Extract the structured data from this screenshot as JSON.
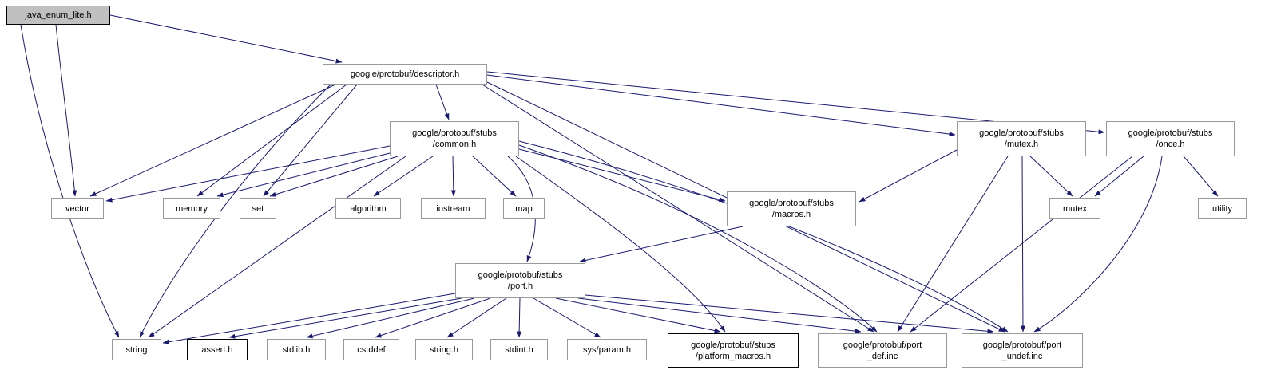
{
  "theme": {
    "edge": "#191970",
    "node_border": "#9a9a9a",
    "node_bg": "#ffffff",
    "main_bg": "#c0c0c0",
    "emphasis_border": "#000000",
    "text": "#000000"
  },
  "nodes": {
    "java_enum_lite": {
      "label": "java_enum_lite.h"
    },
    "descriptor": {
      "label": "google/protobuf/descriptor.h"
    },
    "stubs_common": {
      "line1": "google/protobuf/stubs",
      "line2": "/common.h"
    },
    "stubs_mutex": {
      "line1": "google/protobuf/stubs",
      "line2": "/mutex.h"
    },
    "stubs_once": {
      "line1": "google/protobuf/stubs",
      "line2": "/once.h"
    },
    "vector": {
      "label": "vector"
    },
    "memory": {
      "label": "memory"
    },
    "set": {
      "label": "set"
    },
    "algorithm": {
      "label": "algorithm"
    },
    "iostream": {
      "label": "iostream"
    },
    "map": {
      "label": "map"
    },
    "stubs_macros": {
      "line1": "google/protobuf/stubs",
      "line2": "/macros.h"
    },
    "mutex": {
      "label": "mutex"
    },
    "utility": {
      "label": "utility"
    },
    "stubs_port": {
      "line1": "google/protobuf/stubs",
      "line2": "/port.h"
    },
    "string": {
      "label": "string"
    },
    "assert_h": {
      "label": "assert.h"
    },
    "stdlib_h": {
      "label": "stdlib.h"
    },
    "cstddef": {
      "label": "cstddef"
    },
    "string_h": {
      "label": "string.h"
    },
    "stdint_h": {
      "label": "stdint.h"
    },
    "sys_param_h": {
      "label": "sys/param.h"
    },
    "platform_macros": {
      "line1": "google/protobuf/stubs",
      "line2": "/platform_macros.h"
    },
    "port_def": {
      "line1": "google/protobuf/port",
      "line2": "_def.inc"
    },
    "port_undef": {
      "line1": "google/protobuf/port",
      "line2": "_undef.inc"
    }
  },
  "edges": [
    {
      "from": "java_enum_lite",
      "to": "descriptor"
    },
    {
      "from": "java_enum_lite",
      "to": "vector"
    },
    {
      "from": "java_enum_lite",
      "to": "string"
    },
    {
      "from": "descriptor",
      "to": "stubs_common"
    },
    {
      "from": "descriptor",
      "to": "stubs_mutex"
    },
    {
      "from": "descriptor",
      "to": "stubs_once"
    },
    {
      "from": "descriptor",
      "to": "vector"
    },
    {
      "from": "descriptor",
      "to": "memory"
    },
    {
      "from": "descriptor",
      "to": "set"
    },
    {
      "from": "descriptor",
      "to": "string"
    },
    {
      "from": "descriptor",
      "to": "port_def"
    },
    {
      "from": "descriptor",
      "to": "port_undef"
    },
    {
      "from": "stubs_common",
      "to": "vector"
    },
    {
      "from": "stubs_common",
      "to": "memory"
    },
    {
      "from": "stubs_common",
      "to": "set"
    },
    {
      "from": "stubs_common",
      "to": "string"
    },
    {
      "from": "stubs_common",
      "to": "algorithm"
    },
    {
      "from": "stubs_common",
      "to": "iostream"
    },
    {
      "from": "stubs_common",
      "to": "map"
    },
    {
      "from": "stubs_common",
      "to": "stubs_macros"
    },
    {
      "from": "stubs_common",
      "to": "stubs_port"
    },
    {
      "from": "stubs_common",
      "to": "platform_macros"
    },
    {
      "from": "stubs_common",
      "to": "port_def"
    },
    {
      "from": "stubs_common",
      "to": "port_undef"
    },
    {
      "from": "stubs_mutex",
      "to": "mutex"
    },
    {
      "from": "stubs_mutex",
      "to": "stubs_macros"
    },
    {
      "from": "stubs_mutex",
      "to": "port_def"
    },
    {
      "from": "stubs_mutex",
      "to": "port_undef"
    },
    {
      "from": "stubs_once",
      "to": "mutex"
    },
    {
      "from": "stubs_once",
      "to": "utility"
    },
    {
      "from": "stubs_once",
      "to": "port_def"
    },
    {
      "from": "stubs_once",
      "to": "port_undef"
    },
    {
      "from": "stubs_macros",
      "to": "stubs_port"
    },
    {
      "from": "stubs_port",
      "to": "string"
    },
    {
      "from": "stubs_port",
      "to": "assert_h"
    },
    {
      "from": "stubs_port",
      "to": "stdlib_h"
    },
    {
      "from": "stubs_port",
      "to": "cstddef"
    },
    {
      "from": "stubs_port",
      "to": "string_h"
    },
    {
      "from": "stubs_port",
      "to": "stdint_h"
    },
    {
      "from": "stubs_port",
      "to": "sys_param_h"
    },
    {
      "from": "stubs_port",
      "to": "platform_macros"
    },
    {
      "from": "stubs_port",
      "to": "port_def"
    },
    {
      "from": "stubs_port",
      "to": "port_undef"
    }
  ]
}
